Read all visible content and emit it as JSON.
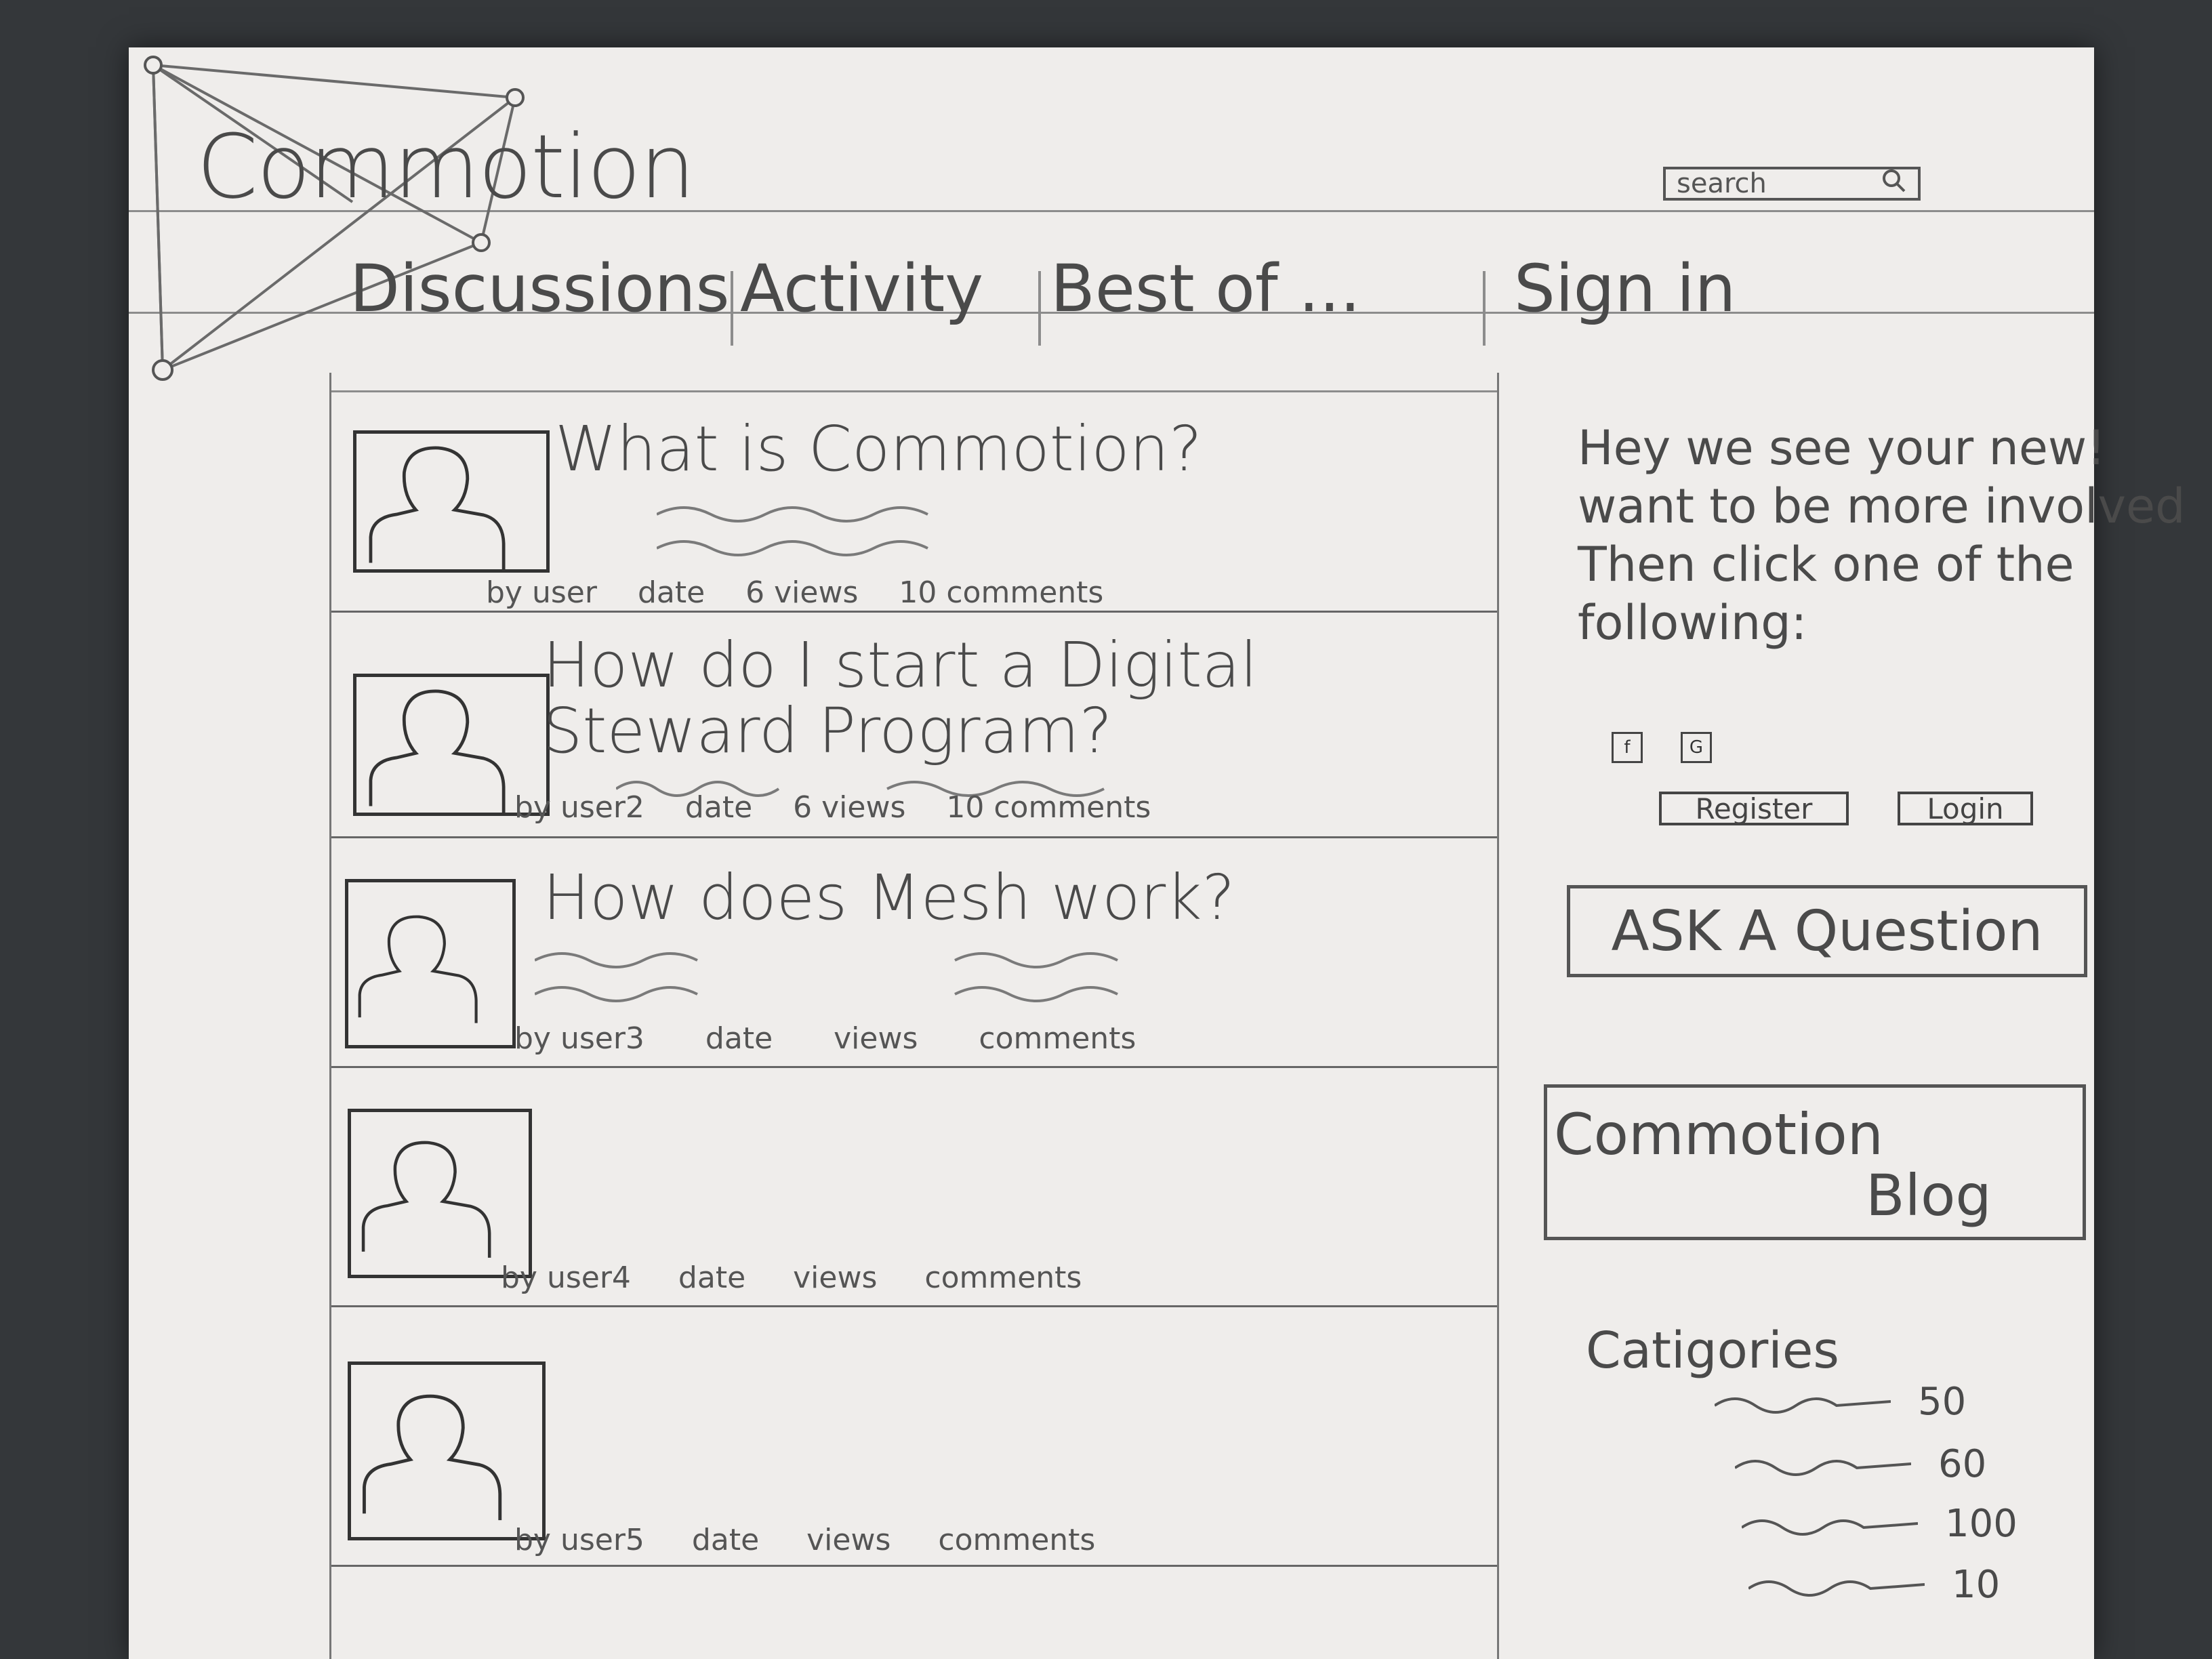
{
  "header": {
    "logo_text": "Commotion",
    "search": {
      "label": "search",
      "icon": "search-icon"
    }
  },
  "nav": {
    "items": [
      "Discussions",
      "Activity",
      "Best of ...",
      "Sign in"
    ]
  },
  "posts": [
    {
      "title": "What is Commotion?",
      "by": "by user",
      "date": "date",
      "views": "6 views",
      "comments": "10 comments"
    },
    {
      "title": "How do I start a Digital Steward Program?",
      "by": "by user2",
      "date": "date",
      "views": "6 views",
      "comments": "10 comments"
    },
    {
      "title": "How does Mesh work?",
      "by": "by user3",
      "date": "date",
      "views": "views",
      "comments": "comments"
    },
    {
      "title": "",
      "by": "by user4",
      "date": "date",
      "views": "views",
      "comments": "comments"
    },
    {
      "title": "",
      "by": "by user5",
      "date": "date",
      "views": "views",
      "comments": "comments"
    }
  ],
  "sidebar": {
    "welcome_text": "Hey we see your new! want to be more involved Then click one of the following:",
    "social": [
      {
        "icon": "facebook-icon",
        "glyph": "f"
      },
      {
        "icon": "google-icon",
        "glyph": "G"
      }
    ],
    "register_label": "Register",
    "login_label": "Login",
    "ask_label": "ASK A Question",
    "blog": {
      "line1": "Commotion",
      "line2": "Blog"
    },
    "categories": {
      "title": "Catigories",
      "items": [
        {
          "count": "50"
        },
        {
          "count": "60"
        },
        {
          "count": "100"
        },
        {
          "count": "10"
        }
      ]
    }
  }
}
